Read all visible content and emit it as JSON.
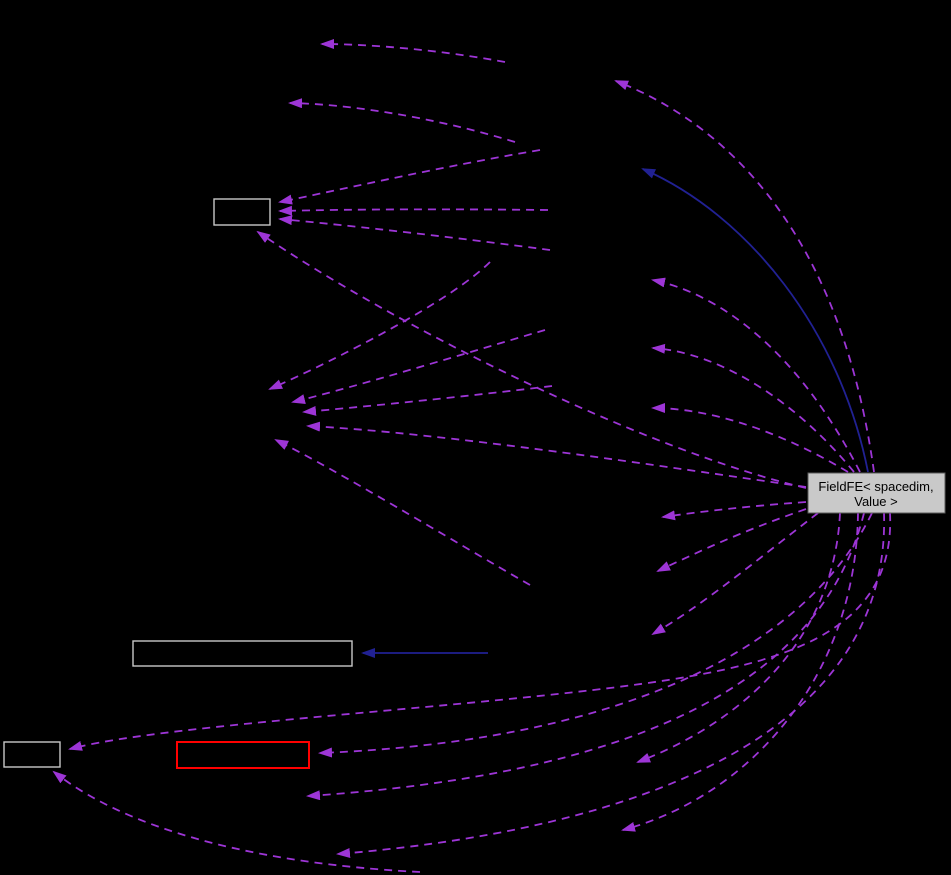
{
  "diagram": {
    "kind": "collaboration-graph",
    "background_color": "#000000",
    "colors": {
      "background_color": "#000000",
      "usage_edge": "#9d35d6",
      "inheritance_edge": "#212193",
      "node_border": "#c8c8c8",
      "truncated_node_border": "#ff0000",
      "center_node_fill": "#c9c9c9",
      "center_node_border": "#5c5c5c",
      "center_node_text": "#000000"
    },
    "center_node": {
      "label_line1": "FieldFE< spacedim,",
      "label_line2": "Value >"
    },
    "edge_styles": {
      "usage": "dashed",
      "inheritance": "solid"
    }
  }
}
